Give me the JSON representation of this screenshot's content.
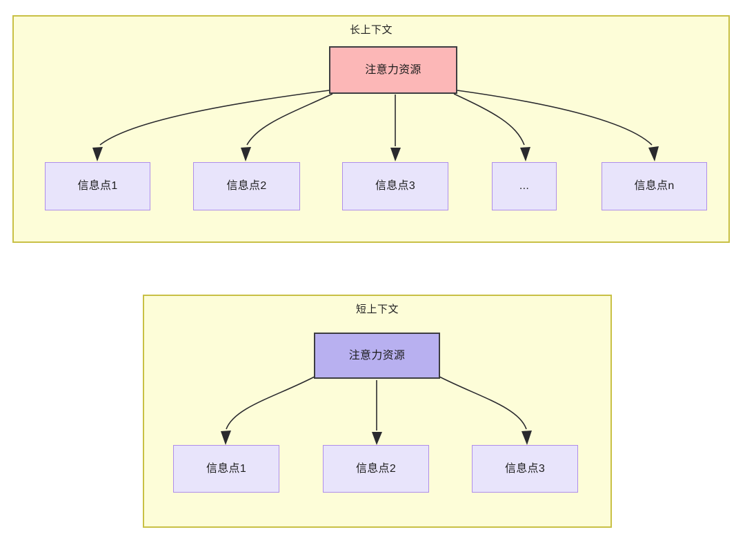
{
  "diagram": {
    "title_semantic": "attention-resource-long-vs-short-context",
    "colors": {
      "group_fill": "#fdfdd8",
      "group_border": "#c8c044",
      "root_long_fill": "#fcb7b7",
      "root_short_fill": "#b8b0f0",
      "root_border": "#3c3c40",
      "leaf_fill": "#e8e4fb",
      "leaf_border": "#ae8dea",
      "edge_stroke": "#2a2a2e",
      "text": "#1c1c1c"
    }
  },
  "long_context": {
    "title": "长上下文",
    "root": {
      "label": "注意力资源"
    },
    "leaves": [
      {
        "label": "信息点1"
      },
      {
        "label": "信息点2"
      },
      {
        "label": "信息点3"
      },
      {
        "label": "..."
      },
      {
        "label": "信息点n"
      }
    ]
  },
  "short_context": {
    "title": "短上下文",
    "root": {
      "label": "注意力资源"
    },
    "leaves": [
      {
        "label": "信息点1"
      },
      {
        "label": "信息点2"
      },
      {
        "label": "信息点3"
      }
    ]
  }
}
